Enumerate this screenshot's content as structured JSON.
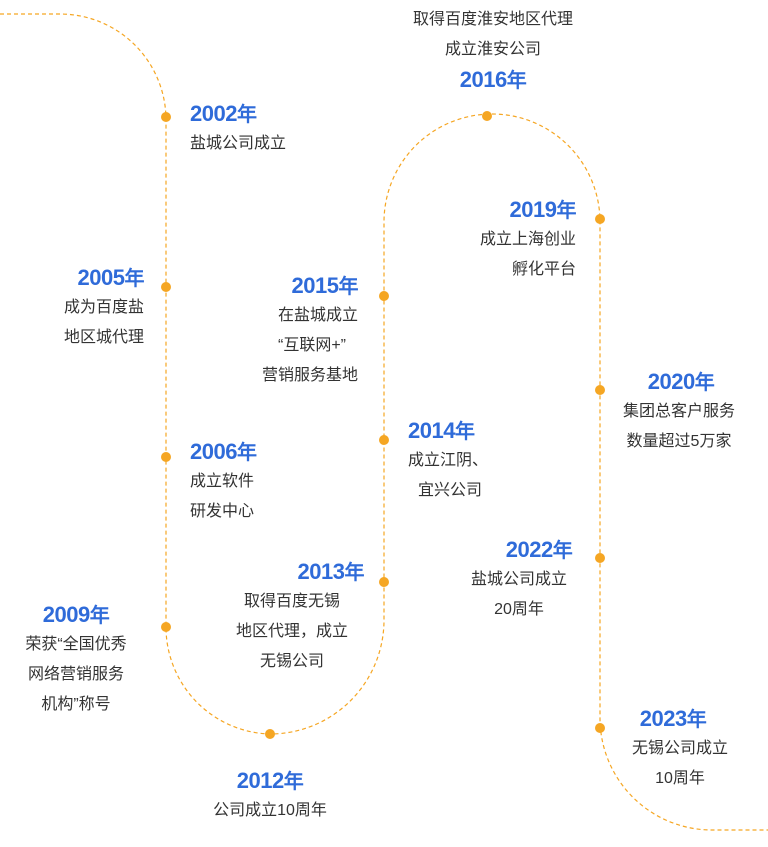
{
  "colors": {
    "accent": "#2f6bd9",
    "line": "#f5a623",
    "dot": "#f5a623",
    "text": "#333333"
  },
  "events": [
    {
      "year": "2002年",
      "lines": [
        "盐城公司成立"
      ]
    },
    {
      "year": "2005年",
      "lines": [
        "成为百度盐",
        "地区城代理"
      ]
    },
    {
      "year": "2006年",
      "lines": [
        "成立软件",
        "研发中心"
      ]
    },
    {
      "year": "2009年",
      "lines": [
        "荣获“全国优秀",
        "网络营销服务",
        "机构”称号"
      ]
    },
    {
      "year": "2012年",
      "lines": [
        "公司成立10周年"
      ]
    },
    {
      "year": "2013年",
      "lines": [
        "取得百度无锡",
        "地区代理，成立",
        "无锡公司"
      ]
    },
    {
      "year": "2014年",
      "lines": [
        "成立江阴、",
        "宜兴公司"
      ]
    },
    {
      "year": "2015年",
      "lines": [
        "在盐城成立",
        "“互联网+”",
        "营销服务基地"
      ]
    },
    {
      "year": "2016年",
      "lines": [
        "取得百度淮安地区代理",
        "成立淮安公司"
      ]
    },
    {
      "year": "2019年",
      "lines": [
        "成立上海创业",
        "孵化平台"
      ]
    },
    {
      "year": "2020年",
      "lines": [
        "集团总客户服务",
        "数量超过5万家"
      ]
    },
    {
      "year": "2022年",
      "lines": [
        "盐城公司成立",
        "20周年"
      ]
    },
    {
      "year": "2023年",
      "lines": [
        "无锡公司成立",
        "10周年"
      ]
    }
  ]
}
